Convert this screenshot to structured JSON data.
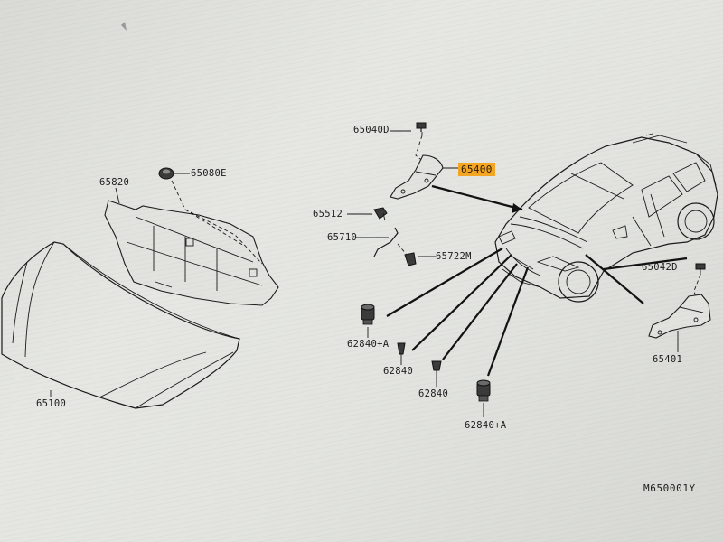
{
  "parts": [
    {
      "id": "p65040D",
      "number": "65040D",
      "highlighted": false
    },
    {
      "id": "p65400",
      "number": "65400",
      "highlighted": true
    },
    {
      "id": "p65512",
      "number": "65512",
      "highlighted": false
    },
    {
      "id": "p65710",
      "number": "65710",
      "highlighted": false
    },
    {
      "id": "p65722M",
      "number": "65722M",
      "highlighted": false
    },
    {
      "id": "p65820",
      "number": "65820",
      "highlighted": false
    },
    {
      "id": "p65080E",
      "number": "65080E",
      "highlighted": false
    },
    {
      "id": "p65100",
      "number": "65100",
      "highlighted": false
    },
    {
      "id": "p62840A1",
      "number": "62840+A",
      "highlighted": false
    },
    {
      "id": "p628401",
      "number": "62840",
      "highlighted": false
    },
    {
      "id": "p628402",
      "number": "62840",
      "highlighted": false
    },
    {
      "id": "p62840A2",
      "number": "62840+A",
      "highlighted": false
    },
    {
      "id": "p65042D",
      "number": "65042D",
      "highlighted": false
    },
    {
      "id": "p65401",
      "number": "65401",
      "highlighted": false
    }
  ],
  "figure_reference": "M650001Y",
  "colors": {
    "highlight": "#f5a623",
    "ink": "#1a1a1a",
    "paper": "#e3e4e0"
  }
}
